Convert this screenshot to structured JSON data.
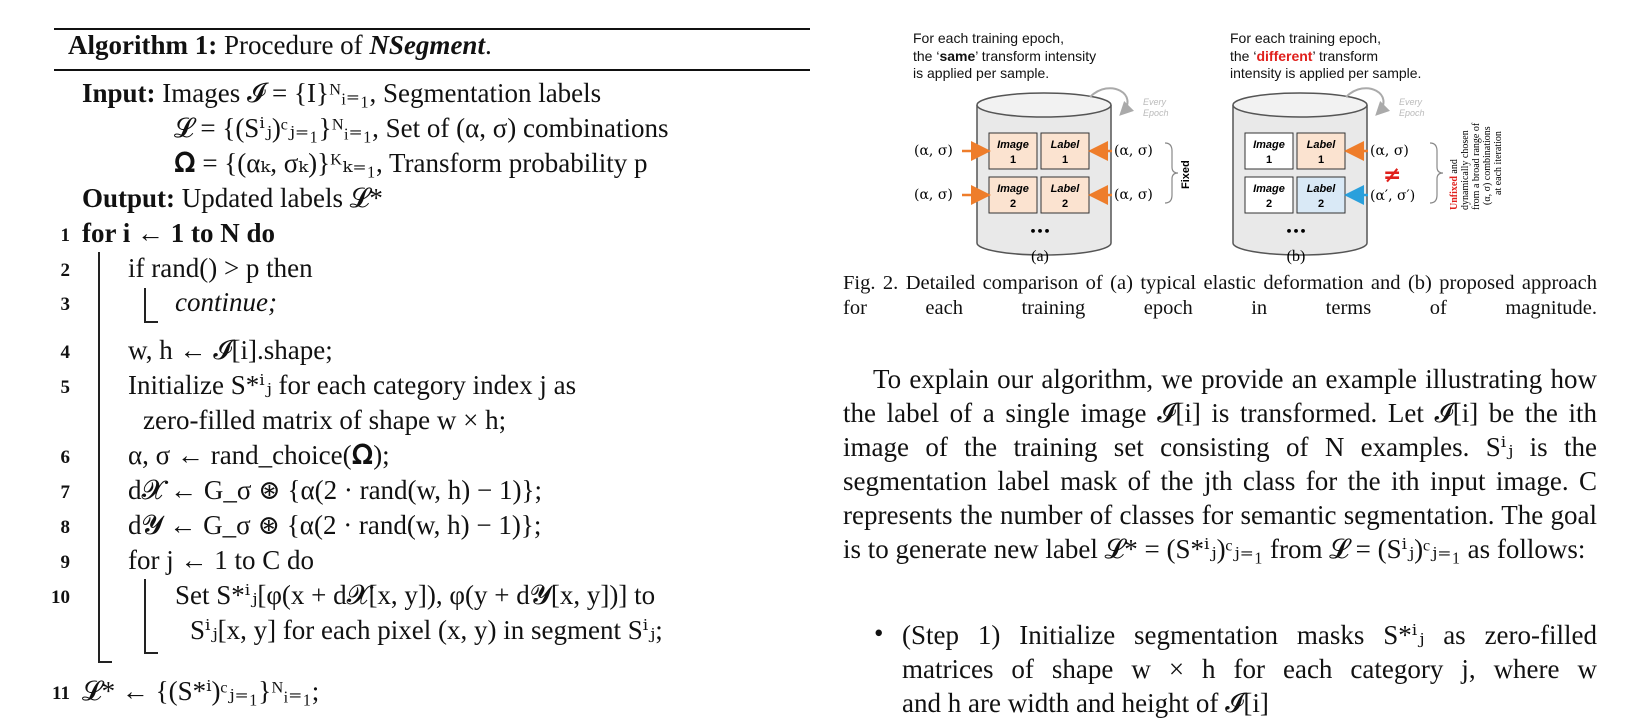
{
  "algorithm": {
    "title_prefix": "Algorithm 1:",
    "title_text": " Procedure of ",
    "title_name": "NSegment",
    "title_end": ".",
    "input_label": "Input:",
    "input_line1": "Images 𝓘 = {I}ᴺᵢ₌₁, Segmentation labels",
    "input_line2": "𝓛 = {(Sⁱⱼ)ᶜⱼ₌₁}ᴺᵢ₌₁, Set of (α, σ) combinations",
    "input_line3": "𝛀 = {(αₖ, σₖ)}ᴷₖ₌₁, Transform probability p",
    "output_label": "Output:",
    "output_text": "Updated labels 𝓛*",
    "lines": [
      {
        "no": "1",
        "text": "for i ← 1 to N do"
      },
      {
        "no": "2",
        "text": "if rand() > p then"
      },
      {
        "no": "3",
        "text": "continue;"
      },
      {
        "no": "4",
        "text": "w, h ← 𝓘[i].shape;"
      },
      {
        "no": "5",
        "text": "Initialize S*ⁱⱼ for each category index j as"
      },
      {
        "no": "",
        "text": "zero-filled matrix of shape w × h;"
      },
      {
        "no": "6",
        "text": "α, σ ← rand_choice(𝛀);"
      },
      {
        "no": "7",
        "text": "d𝓧 ← G_σ ⊛ {α(2 · rand(w, h) − 1)};"
      },
      {
        "no": "8",
        "text": "d𝓨 ← G_σ ⊛ {α(2 · rand(w, h) − 1)};"
      },
      {
        "no": "9",
        "text": "for j ← 1 to C do"
      },
      {
        "no": "10",
        "text": "Set S*ⁱⱼ[φ(x + d𝓧[x, y]), φ(y + d𝓨[x, y])] to"
      },
      {
        "no": "",
        "text": "Sⁱⱼ[x, y] for each pixel (x, y) in segment Sⁱⱼ;"
      },
      {
        "no": "11",
        "text": "𝓛* ← {(S*ⁱ)ᶜⱼ₌₁}ᴺᵢ₌₁;"
      }
    ]
  },
  "figure": {
    "panel_a": {
      "desc1": "For each training epoch,",
      "desc2_pre": "the ‘",
      "desc2_em": "same",
      "desc2_post": "’ transform intensity",
      "desc3": "is applied per sample.",
      "image1": [
        "Image",
        "1"
      ],
      "label1": [
        "Label",
        "1"
      ],
      "image2": [
        "Image",
        "2"
      ],
      "label2": [
        "Label",
        "2"
      ],
      "param_left": "(α, σ)",
      "param_right": "(α, σ)",
      "brace_label": "Fixed",
      "every_epoch": [
        "Every",
        "Epoch"
      ],
      "dots": "•••",
      "tag": "(a)"
    },
    "panel_b": {
      "desc1": "For each training epoch,",
      "desc2_pre": "the ‘",
      "desc2_em": "different",
      "desc2_post": "’ transform",
      "desc3": "intensity is applied per sample.",
      "image1": [
        "Image",
        "1"
      ],
      "label1": [
        "Label",
        "1"
      ],
      "image2": [
        "Image",
        "2"
      ],
      "label2": [
        "Label",
        "2"
      ],
      "param_top": "(α, σ)",
      "param_bottom": "(α′, σ′)",
      "neq": "≠",
      "side_red": "Unfixed",
      "side_l1": " and",
      "side_l2": "dynamically chosen",
      "side_l3": "from a broad range of",
      "side_l4": "(α, σ) combinations",
      "side_l5": "at each iteration",
      "every_epoch": [
        "Every",
        "Epoch"
      ],
      "dots": "•••",
      "tag": "(b)"
    },
    "caption": "Fig. 2.  Detailed comparison of (a) typical elastic deformation and (b) proposed approach for each training epoch in terms of magnitude."
  },
  "body": {
    "paragraph": "To explain our algorithm, we provide an example illustrating how the label of a single image 𝓘[i] is transformed. Let 𝓘[i] be the ith image of the training set consisting of N examples. Sⁱⱼ is the segmentation label mask of the jth class for the ith input image. C represents the number of classes for semantic segmentation. The goal is to generate new label 𝓛* = (S*ⁱⱼ)ᶜⱼ₌₁ from 𝓛 = (Sⁱⱼ)ᶜⱼ₌₁ as follows:",
    "bullet": "•",
    "step1_line1": "(Step 1) Initialize segmentation masks S*ⁱⱼ as zero-filled",
    "step1_line2": "matrices of shape w × h for each category j, where w",
    "step1_line3": "and h are width and height of 𝓘[i]"
  },
  "colors": {
    "orange_arrow": "#ee7d2b",
    "blue_arrow": "#2aa0dc",
    "peach_fill": "#fbe3d0",
    "light_blue_fill": "#d9e9f6",
    "red_emph": "#e0201c",
    "gray_cylinder": "#e9e9e9"
  }
}
